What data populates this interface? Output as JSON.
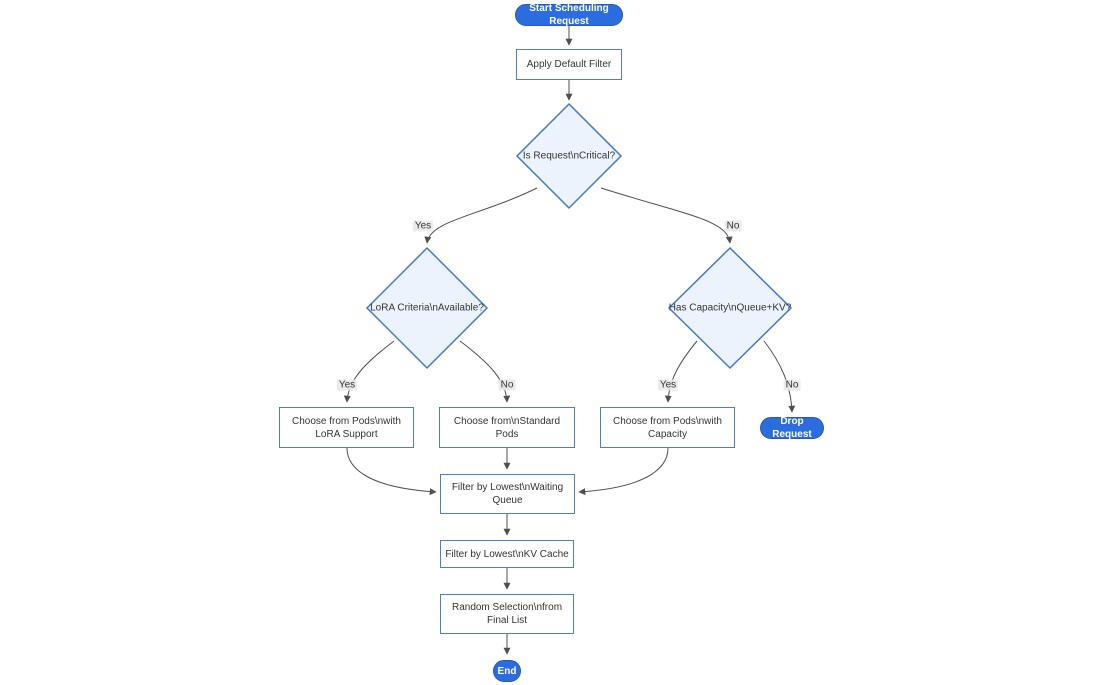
{
  "diagram": {
    "type": "flowchart",
    "background": "#ffffff",
    "colors": {
      "accent_fill": "#2b6cdf",
      "accent_border": "#2358bd",
      "accent_text": "#ffffff",
      "process_fill": "#ffffff",
      "process_border": "#4a7dd6",
      "decision_fill": "#ecf3fc",
      "decision_border": "#4178d4",
      "text": "#333333",
      "edge": "#4f4f4f",
      "edge_label_bg": "#e8e8e8"
    },
    "nodes": {
      "start": {
        "type": "pill",
        "lines": [
          "Start Scheduling Request"
        ]
      },
      "apply_filter": {
        "type": "process",
        "lines": [
          "Apply Default Filter"
        ]
      },
      "is_critical": {
        "type": "decision",
        "lines": [
          "Is Request\\nCritical?"
        ]
      },
      "lora_criteria": {
        "type": "decision",
        "lines": [
          "LoRA Criteria\\nAvailable?"
        ]
      },
      "has_capacity": {
        "type": "decision",
        "lines": [
          "Has Capacity\\nQueue+KV?"
        ]
      },
      "choose_lora": {
        "type": "process",
        "lines": [
          "Choose from Pods\\nwith",
          "LoRA Support"
        ]
      },
      "choose_standard": {
        "type": "process",
        "lines": [
          "Choose from\\nStandard",
          "Pods"
        ]
      },
      "choose_capacity": {
        "type": "process",
        "lines": [
          "Choose from Pods\\nwith",
          "Capacity"
        ]
      },
      "drop_request": {
        "type": "pill",
        "lines": [
          "Drop Request"
        ]
      },
      "filter_queue": {
        "type": "process",
        "lines": [
          "Filter by Lowest\\nWaiting",
          "Queue"
        ]
      },
      "filter_kv": {
        "type": "process",
        "lines": [
          "Filter by Lowest\\nKV Cache"
        ]
      },
      "random_selection": {
        "type": "process",
        "lines": [
          "Random Selection\\nfrom",
          "Final List"
        ]
      },
      "end": {
        "type": "pill",
        "lines": [
          "End"
        ]
      }
    },
    "edge_labels": {
      "critical_yes": "Yes",
      "critical_no": "No",
      "lora_yes": "Yes",
      "lora_no": "No",
      "capacity_yes": "Yes",
      "capacity_no": "No"
    }
  }
}
